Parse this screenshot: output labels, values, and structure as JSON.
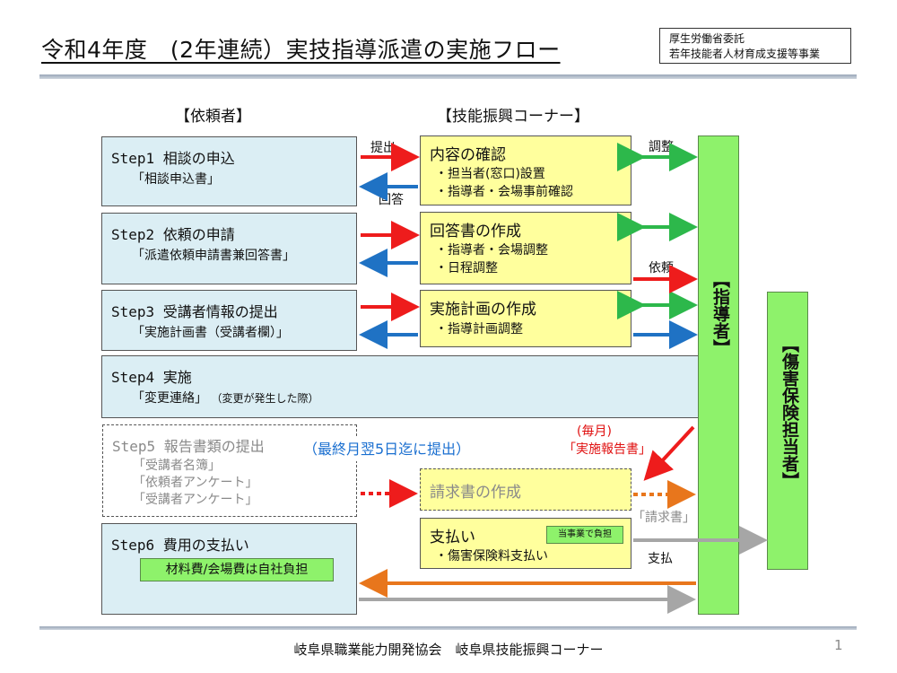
{
  "header": {
    "title": "令和4年度　(2年連続）実技指導派遣の実施フロー",
    "sponsor_line1": "厚生労働省委託",
    "sponsor_line2": "若年技能者人材育成支援等事業"
  },
  "columns": {
    "requester": "【依頼者】",
    "center": "【技能振興コーナー】"
  },
  "steps": {
    "step1": {
      "title": "Step1 相談の申込",
      "doc": "「相談申込書」"
    },
    "step2": {
      "title": "Step2 依頼の申請",
      "doc": "「派遣依頼申請書兼回答書」"
    },
    "step3": {
      "title": "Step3 受講者情報の提出",
      "doc": "「実施計画書（受講者欄）」"
    },
    "step4": {
      "title": "Step4 実施",
      "doc": "「変更連絡」",
      "note": "（変更が発生した際）"
    },
    "step5": {
      "title": "Step5 報告書類の提出",
      "doc1": "「受講者名簿」",
      "doc2": "「依頼者アンケート」",
      "doc3": "「受講者アンケート」",
      "deadline": "（最終月翌5日迄に提出）"
    },
    "step6": {
      "title": "Step6 費用の支払い",
      "self_pay": "材料費/会場費は自社負担"
    }
  },
  "center_boxes": {
    "confirm": {
      "title": "内容の確認",
      "item1": "・担当者(窓口)設置",
      "item2": "・指導者・会場事前確認"
    },
    "answer": {
      "title": "回答書の作成",
      "item1": "・指導者・会場調整",
      "item2": "・日程調整"
    },
    "plan": {
      "title": "実施計画の作成",
      "item1": "・指導計画調整"
    },
    "invoice": {
      "title": "請求書の作成"
    },
    "payment": {
      "title": "支払い",
      "badge": "当事業で負担",
      "item1": "・傷害保険料支払い"
    }
  },
  "arrow_labels": {
    "submit": "提出",
    "reply": "回答",
    "coordinate": "調整",
    "request": "依頼",
    "monthly": "(毎月)",
    "report": "「実施報告書」",
    "invoice_doc": "「請求書」",
    "pay": "支払"
  },
  "bars": {
    "instructor": "【指導者】",
    "insurance": "【傷害保険担当者】"
  },
  "footer": {
    "org": "岐阜県職業能力開発協会　岐阜県技能振興コーナー",
    "page": "1"
  },
  "colors": {
    "red_arrow": "#ee1c1c",
    "blue_arrow": "#1f72c4",
    "green_arrow": "#2db84b",
    "orange_arrow": "#e8761c",
    "gray_arrow": "#a6a6a6"
  }
}
